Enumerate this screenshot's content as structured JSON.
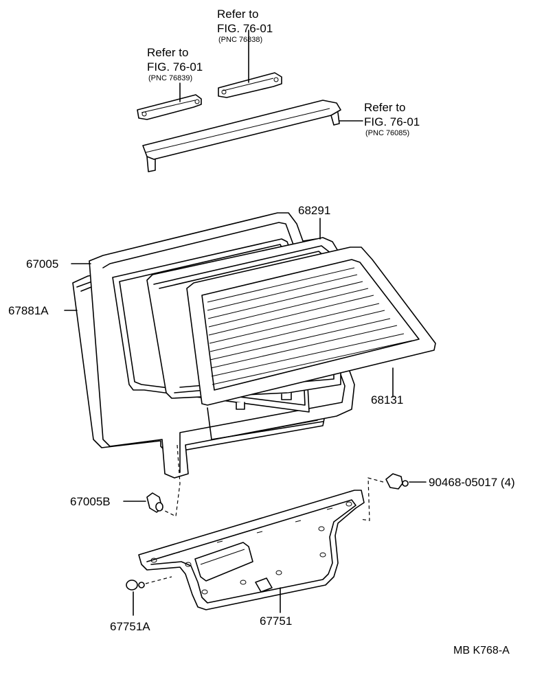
{
  "refs": [
    {
      "line1": "Refer to",
      "line2": "FIG. 76-01",
      "pnc": "(PNC 76838)"
    },
    {
      "line1": "Refer to",
      "line2": "FIG. 76-01",
      "pnc": "(PNC 76839)"
    },
    {
      "line1": "Refer to",
      "line2": "FIG. 76-01",
      "pnc": "(PNC 76085)"
    }
  ],
  "parts": {
    "p68291": "68291",
    "p67005": "67005",
    "p67881A": "67881A",
    "p68131": "68131",
    "p90468": "90468-05017 (4)",
    "p67005B": "67005B",
    "p67751A": "67751A",
    "p67751": "67751"
  },
  "diagram_code": "MB  K768-A"
}
